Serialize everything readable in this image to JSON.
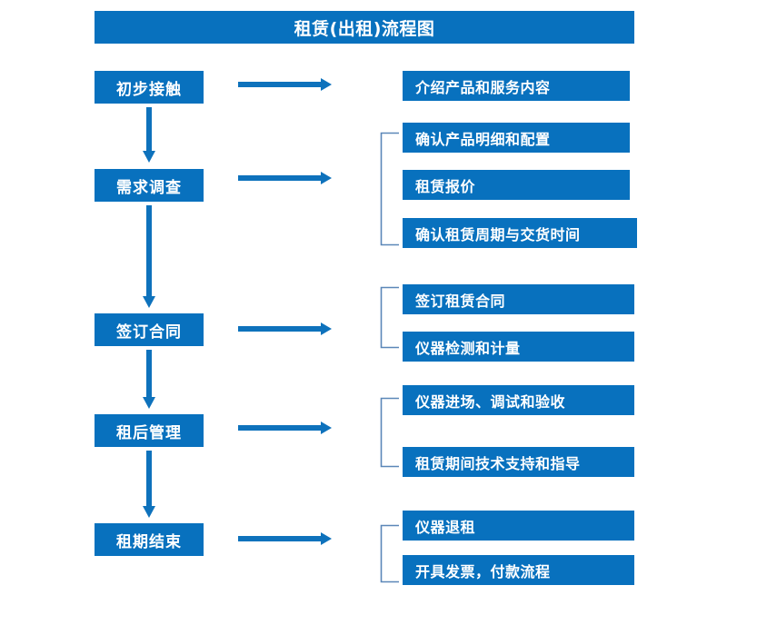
{
  "diagram": {
    "title": "租赁(出租)流程图",
    "colors": {
      "box_blue": "#0871BE",
      "arrow_blue": "#0E72BC",
      "bracket_blue": "#5B87B8",
      "text_white": "#FFFFFF",
      "background": "#FFFFFF"
    },
    "stages": [
      {
        "label": "初步接触"
      },
      {
        "label": "需求调查"
      },
      {
        "label": "签订合同"
      },
      {
        "label": "租后管理"
      },
      {
        "label": "租期结束"
      }
    ],
    "details": [
      {
        "label": "介绍产品和服务内容",
        "stage": "初步接触"
      },
      {
        "label": "确认产品明细和配置",
        "stage": "需求调查"
      },
      {
        "label": "租赁报价",
        "stage": "需求调查"
      },
      {
        "label": "确认租赁周期与交货时间",
        "stage": "需求调查"
      },
      {
        "label": "签订租赁合同",
        "stage": "签订合同"
      },
      {
        "label": "仪器检测和计量",
        "stage": "签订合同"
      },
      {
        "label": "仪器进场、调试和验收",
        "stage": "租后管理"
      },
      {
        "label": "租赁期间技术支持和指导",
        "stage": "租后管理"
      },
      {
        "label": "仪器退租",
        "stage": "租期结束"
      },
      {
        "label": "开具发票，付款流程",
        "stage": "租期结束"
      }
    ],
    "flow_connections": [
      {
        "from": "初步接触",
        "to": "需求调查"
      },
      {
        "from": "需求调查",
        "to": "签订合同"
      },
      {
        "from": "签订合同",
        "to": "租后管理"
      },
      {
        "from": "租后管理",
        "to": "租期结束"
      }
    ]
  }
}
